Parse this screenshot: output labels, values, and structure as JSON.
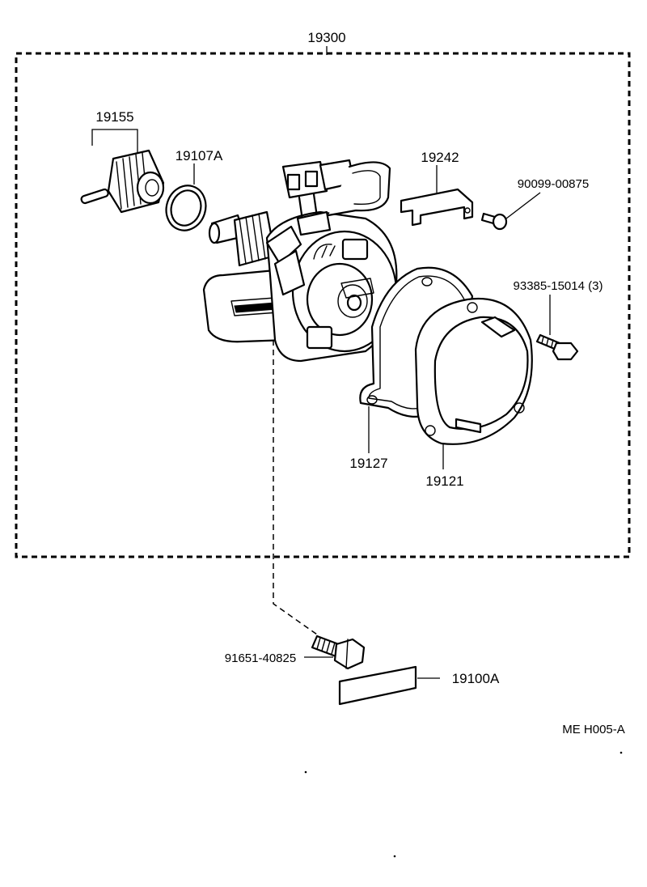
{
  "labels": {
    "assembly": "19300",
    "drive_gear": "19155",
    "o_ring": "19107A",
    "bracket": "19242",
    "screw_bracket": "90099-00875",
    "screw_cap": "93385-15014 (3)",
    "gasket": "19127",
    "cap": "19121",
    "bolt": "91651-40825",
    "label_plate": "19100A",
    "diagram_code": "ME  H005-A"
  }
}
